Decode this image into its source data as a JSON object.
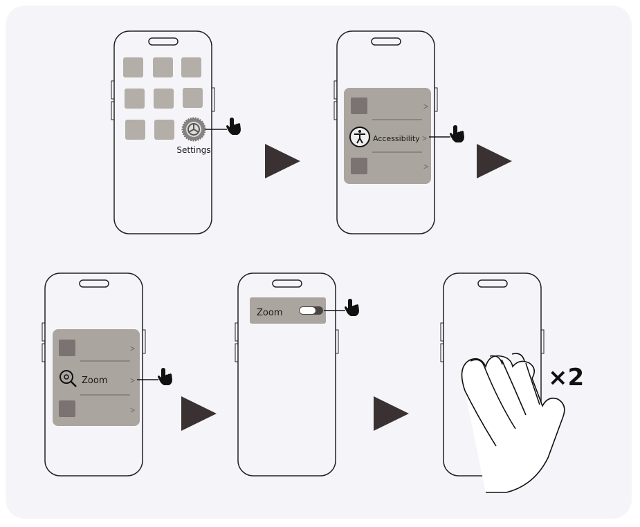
{
  "steps": {
    "step1": {
      "label": "Settings"
    },
    "step2": {
      "label": "Accessibility"
    },
    "step3": {
      "label": "Zoom"
    },
    "step4": {
      "label": "Zoom",
      "toggle_on": false
    },
    "step5": {
      "repeat": "×2"
    }
  },
  "colors": {
    "tile": "#b3aea8",
    "panel": "#aaa59e",
    "dark_tile": "#7b7272",
    "arrow": "#3a3232"
  }
}
